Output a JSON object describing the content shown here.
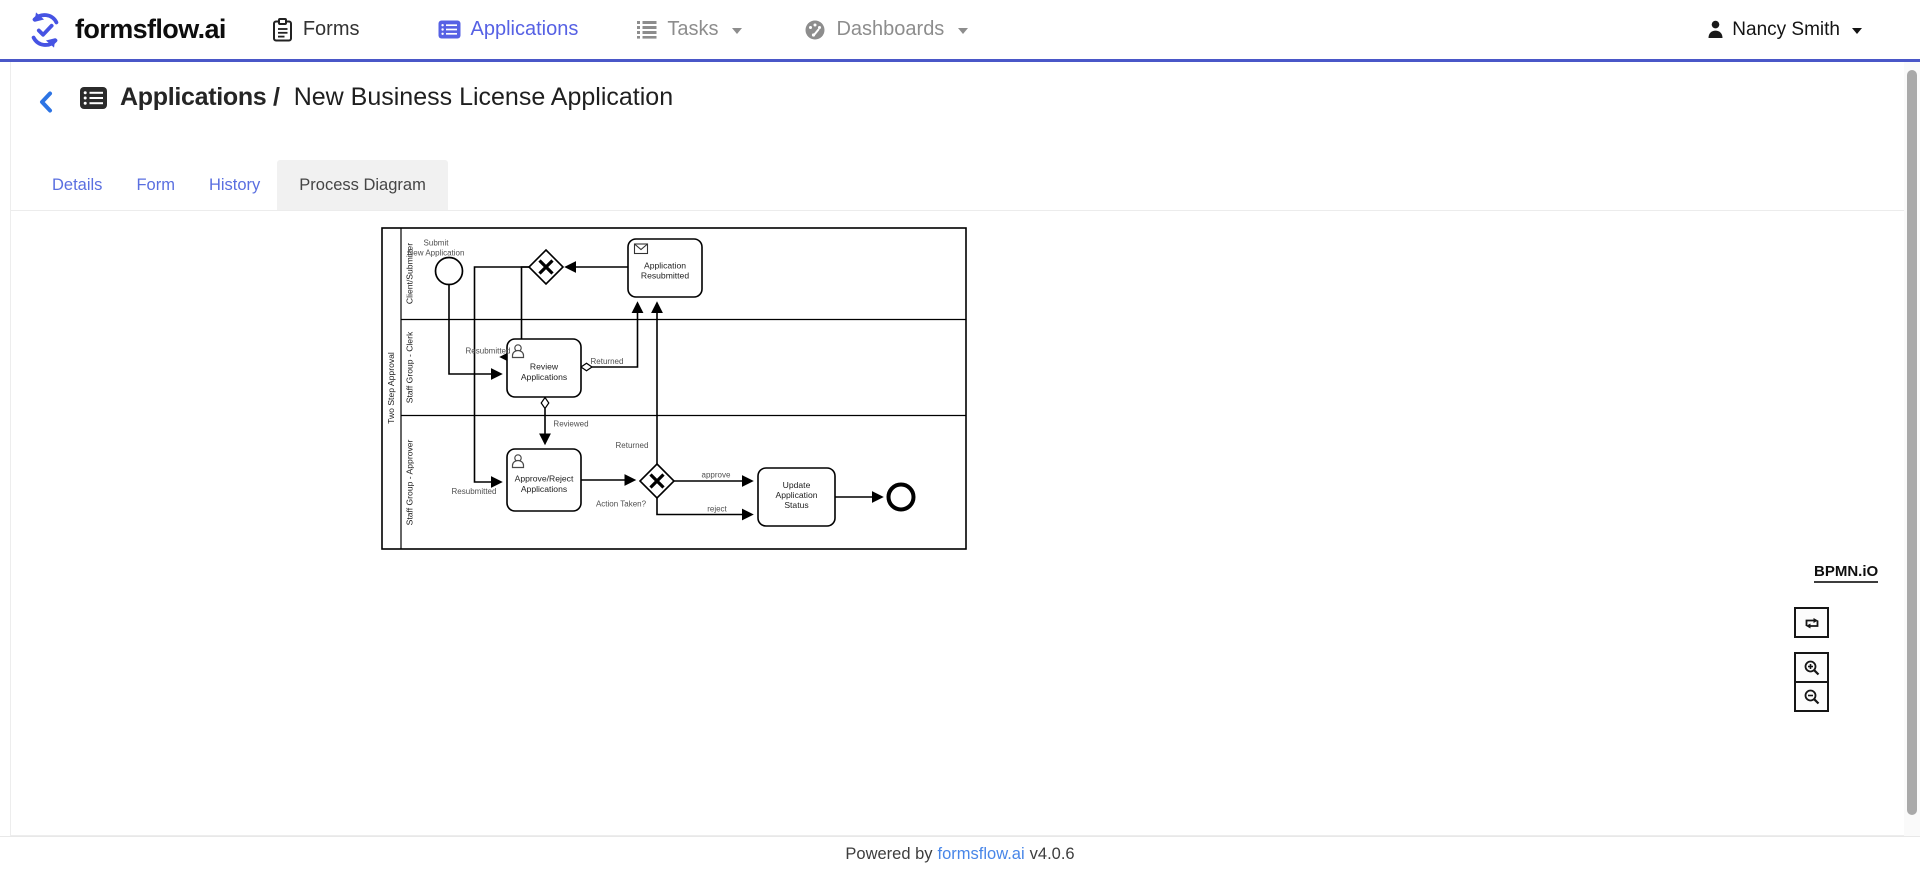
{
  "navbar": {
    "brand": "formsflow.ai",
    "items": [
      {
        "label": "Forms",
        "icon": "clipboard-icon",
        "state": "default"
      },
      {
        "label": "Applications",
        "icon": "applications-list-icon",
        "state": "active"
      },
      {
        "label": "Tasks",
        "icon": "tasks-list-icon",
        "state": "muted",
        "dropdown": true
      },
      {
        "label": "Dashboards",
        "icon": "dashboard-gauge-icon",
        "state": "muted",
        "dropdown": true
      }
    ],
    "user": {
      "name": "Nancy Smith",
      "icon": "person-icon",
      "dropdown": true
    }
  },
  "page": {
    "back_icon": "chevron-left-icon",
    "title_icon": "applications-list-icon",
    "breadcrumb_root": "Applications /",
    "breadcrumb_current": "New Business License Application",
    "tabs": [
      {
        "label": "Details",
        "active": false
      },
      {
        "label": "Form",
        "active": false
      },
      {
        "label": "History",
        "active": false
      },
      {
        "label": "Process Diagram",
        "active": true
      }
    ]
  },
  "diagram": {
    "pool_label": "Two Step Approval",
    "lanes": [
      "Client/Submitter",
      "Staff Group - Clerk",
      "Staff Group - Approver"
    ],
    "start_event": {
      "type": "start-event",
      "label": [
        "Submit",
        "New Application"
      ]
    },
    "task_application_resubmitted": {
      "type": "receive-task",
      "icon": "message-envelope-icon",
      "label": [
        "Application",
        "Resubmitted"
      ]
    },
    "task_review": {
      "type": "user-task",
      "icon": "user-icon",
      "label": [
        "Review",
        "Applications"
      ]
    },
    "task_approve_reject": {
      "type": "user-task",
      "icon": "user-icon",
      "label": [
        "Approve/Reject",
        "Applications"
      ]
    },
    "task_update_status": {
      "type": "task",
      "label": [
        "Update",
        "Application",
        "Status"
      ]
    },
    "gateway_merge": {
      "type": "exclusive-gateway",
      "label": ""
    },
    "gateway_action": {
      "type": "exclusive-gateway",
      "label": "Action Taken?"
    },
    "end_event": {
      "type": "end-event"
    },
    "flow_labels": {
      "resubmitted_to_review": "Resubmitted",
      "returned_from_review": "Returned",
      "reviewed": "Reviewed",
      "resubmitted_to_approver": "Resubmitted",
      "returned_from_action": "Returned",
      "approve": "approve",
      "reject": "reject"
    }
  },
  "viewer": {
    "logo": "BPMN.iO",
    "controls": [
      {
        "name": "reset-zoom",
        "icon": "reset-loop-icon"
      },
      {
        "name": "zoom-in",
        "icon": "magnifier-plus-icon"
      },
      {
        "name": "zoom-out",
        "icon": "magnifier-minus-icon"
      }
    ]
  },
  "footer": {
    "powered_by": "Powered by",
    "brand_link": "formsflow.ai",
    "version": "v4.0.6"
  },
  "colors": {
    "navbar_border": "#4a57c8",
    "nav_active": "#5661e4",
    "nav_muted": "#8d8d8d",
    "tab_link": "#5a6fe0",
    "back_chevron": "#2d74e4",
    "footer_link": "#4886e8",
    "active_tab_bg": "#f1f1f1"
  }
}
